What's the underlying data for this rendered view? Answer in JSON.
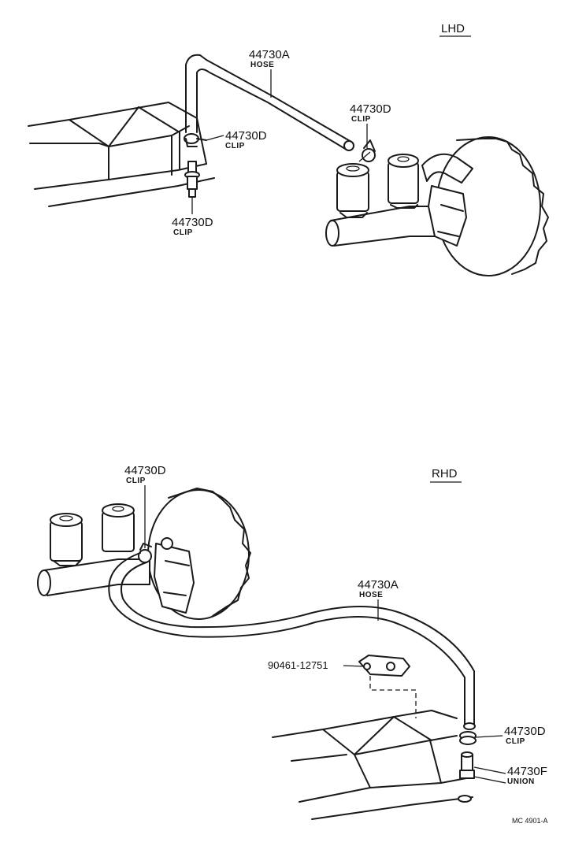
{
  "sections": {
    "lhd": {
      "title": "LHD",
      "hose": {
        "part_number": "44730A",
        "name": "HOSE"
      },
      "clip_upper": {
        "part_number": "44730D",
        "name": "CLIP"
      },
      "clip_booster": {
        "part_number": "44730D",
        "name": "CLIP"
      },
      "clip_lower": {
        "part_number": "44730D",
        "name": "CLIP"
      }
    },
    "rhd": {
      "title": "RHD",
      "clip_booster": {
        "part_number": "44730D",
        "name": "CLIP"
      },
      "hose": {
        "part_number": "44730A",
        "name": "HOSE"
      },
      "bracket_bolt": {
        "part_number": "90461-12751"
      },
      "clip_lower": {
        "part_number": "44730D",
        "name": "CLIP"
      },
      "union": {
        "part_number": "44730F",
        "name": "UNION"
      }
    }
  },
  "figure_ref": "MC 4901-A"
}
